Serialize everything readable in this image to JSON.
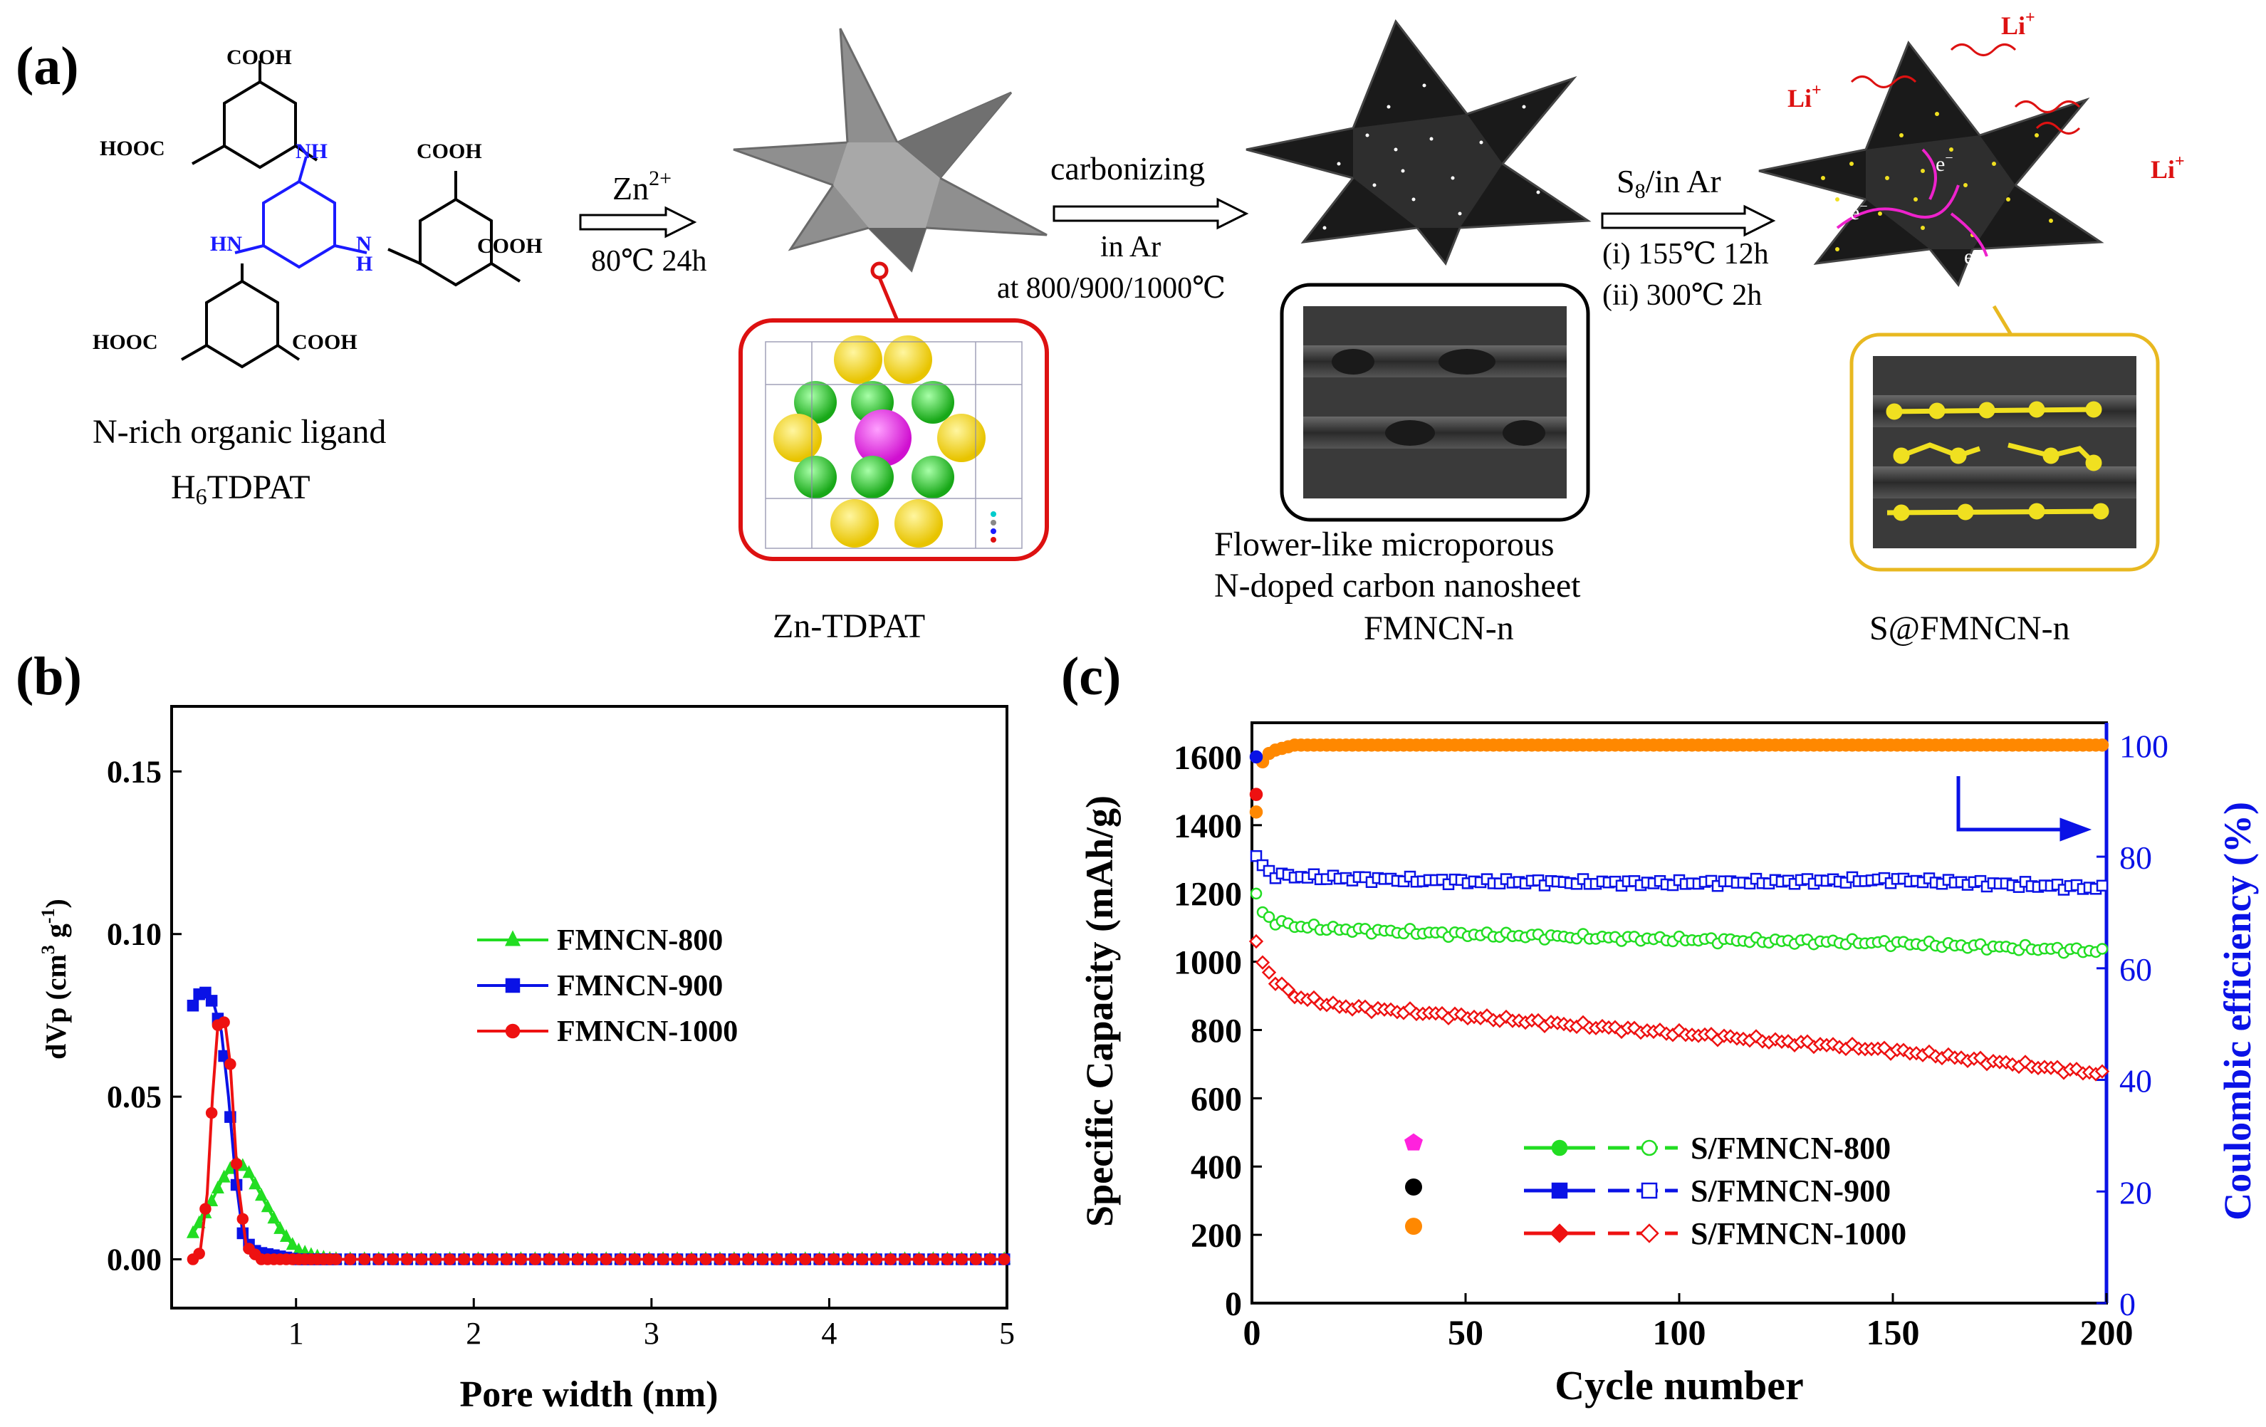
{
  "panel_a": {
    "label": "(a)",
    "ligand": {
      "cooh": "COOH",
      "hooc": "HOOC",
      "nh": "NH",
      "hn": "HN",
      "n_atom": "N",
      "h_atom": "H",
      "caption_line1": "N-rich organic ligand",
      "caption_h": "H",
      "caption_sub": "6",
      "caption_rest": "TDPAT"
    },
    "step1": {
      "ion": "Zn",
      "charge": "2+",
      "condition": "80℃ 24h"
    },
    "mof_label": "Zn-TDPAT",
    "step2": {
      "line1": "carbonizing",
      "line2": "in Ar",
      "line3": "at 800/900/1000℃"
    },
    "carbon_caption": [
      "Flower-like microporous",
      "N-doped carbon nanosheet",
      "FMNCN-n"
    ],
    "step3": {
      "reagent_s": "S",
      "reagent_sub": "8",
      "reagent_rest": "/in Ar",
      "cond1": "(i) 155℃ 12h",
      "cond2": "(ii) 300℃ 2h"
    },
    "product_label": "S@FMNCN-n",
    "li_ion": "Li",
    "li_charge": "+",
    "electron": "e",
    "electron_charge": "−"
  },
  "panel_b": {
    "label": "(b)"
  },
  "panel_c": {
    "label": "(c)"
  },
  "colors": {
    "green": "#22dd22",
    "blue": "#0a12e6",
    "red": "#ee1111",
    "orange": "#ff8800",
    "magenta": "#ff22dd",
    "yellow_frame": "#e8b820",
    "red_frame": "#dd1111"
  },
  "chart_data": [
    {
      "id": "b",
      "type": "line",
      "xlabel": "Pore width (nm)",
      "ylabel": "dVp (cm",
      "ylabel_sup": "3",
      "ylabel_mid": " g",
      "ylabel_sup2": "-1",
      "ylabel_end": ")",
      "xlim": [
        0.3,
        5
      ],
      "ylim": [
        -0.015,
        0.17
      ],
      "xticks": [
        1,
        2,
        3,
        4,
        5
      ],
      "yticks": [
        0.0,
        0.05,
        0.1,
        0.15
      ],
      "ytick_labels": [
        "0.00",
        "0.05",
        "0.10",
        "0.15"
      ],
      "grid": false,
      "legend_position": "center",
      "series": [
        {
          "name": "FMNCN-800",
          "color": "#22dd22",
          "marker": "triangle",
          "x": [
            0.42,
            0.5,
            0.58,
            0.66,
            0.72,
            0.8,
            0.9,
            1.0,
            1.1,
            1.2,
            1.5,
            2,
            3,
            4,
            5
          ],
          "y": [
            0.008,
            0.015,
            0.024,
            0.03,
            0.028,
            0.02,
            0.01,
            0.003,
            0.001,
            0.0,
            0.0,
            0.0,
            0.0,
            0.0,
            0.0
          ]
        },
        {
          "name": "FMNCN-900",
          "color": "#0a12e6",
          "marker": "square",
          "x": [
            0.42,
            0.46,
            0.5,
            0.54,
            0.58,
            0.62,
            0.66,
            0.7,
            0.75,
            0.8,
            0.9,
            1.0,
            1.5,
            2,
            3,
            4,
            5
          ],
          "y": [
            0.078,
            0.082,
            0.082,
            0.078,
            0.07,
            0.05,
            0.025,
            0.008,
            0.003,
            0.002,
            0.001,
            0.0,
            0.0,
            0.0,
            0.0,
            0.0,
            0.0
          ]
        },
        {
          "name": "FMNCN-1000",
          "color": "#ee1111",
          "marker": "circle",
          "x": [
            0.42,
            0.46,
            0.5,
            0.53,
            0.56,
            0.6,
            0.63,
            0.67,
            0.72,
            0.8,
            0.9,
            1.0,
            1.5,
            2,
            3,
            4,
            5
          ],
          "y": [
            0.0,
            0.002,
            0.02,
            0.05,
            0.072,
            0.073,
            0.06,
            0.025,
            0.004,
            0.0,
            0.0,
            0.0,
            0.0,
            0.0,
            0.0,
            0.0,
            0.0
          ]
        }
      ]
    },
    {
      "id": "c",
      "type": "scatter",
      "xlabel": "Cycle number",
      "ylabel": "Specific Capacity (mAh/g)",
      "ylabel_right": "Coulombic efficiency (%)",
      "xlim": [
        0,
        200
      ],
      "ylim": [
        0,
        1700
      ],
      "ylim_right": [
        0,
        104
      ],
      "xticks": [
        0,
        50,
        100,
        150,
        200
      ],
      "yticks": [
        0,
        200,
        400,
        600,
        800,
        1000,
        1200,
        1400,
        1600
      ],
      "yticks_right": [
        0,
        20,
        40,
        60,
        80,
        100
      ],
      "grid": false,
      "legend_position": "bottom-left",
      "capacity_series": [
        {
          "name": "S/FMNCN-800",
          "color": "#22dd22",
          "marker": "circle",
          "x": [
            1,
            2,
            3,
            5,
            10,
            20,
            50,
            100,
            150,
            200
          ],
          "y": [
            1200,
            1150,
            1135,
            1120,
            1105,
            1095,
            1080,
            1065,
            1055,
            1030
          ]
        },
        {
          "name": "S/FMNCN-900",
          "color": "#0a12e6",
          "marker": "square",
          "x": [
            1,
            2,
            3,
            5,
            10,
            20,
            50,
            100,
            150,
            200
          ],
          "y": [
            1310,
            1290,
            1270,
            1255,
            1250,
            1245,
            1235,
            1230,
            1240,
            1215
          ]
        },
        {
          "name": "S/FMNCN-1000",
          "color": "#ee1111",
          "marker": "diamond",
          "x": [
            1,
            2,
            3,
            5,
            10,
            20,
            50,
            100,
            150,
            200
          ],
          "y": [
            1060,
            1010,
            980,
            950,
            900,
            870,
            840,
            790,
            740,
            670
          ]
        }
      ],
      "efficiency": {
        "color": "#ff8800",
        "x": [
          1,
          2,
          3,
          5,
          10,
          50,
          100,
          150,
          200
        ],
        "y": [
          88,
          96,
          98,
          99,
          100,
          100,
          100,
          100,
          100
        ]
      },
      "first_cycle_points": [
        {
          "color": "#ee1111",
          "x": 1,
          "y": 1490
        },
        {
          "color": "#0a12e6",
          "x": 1,
          "y": 1600
        }
      ],
      "efficiency_markers": [
        {
          "color": "#ff22dd",
          "cap_y": 470
        },
        {
          "color": "#000000",
          "cap_y": 340
        },
        {
          "color": "#ff8800",
          "cap_y": 225
        }
      ]
    }
  ]
}
